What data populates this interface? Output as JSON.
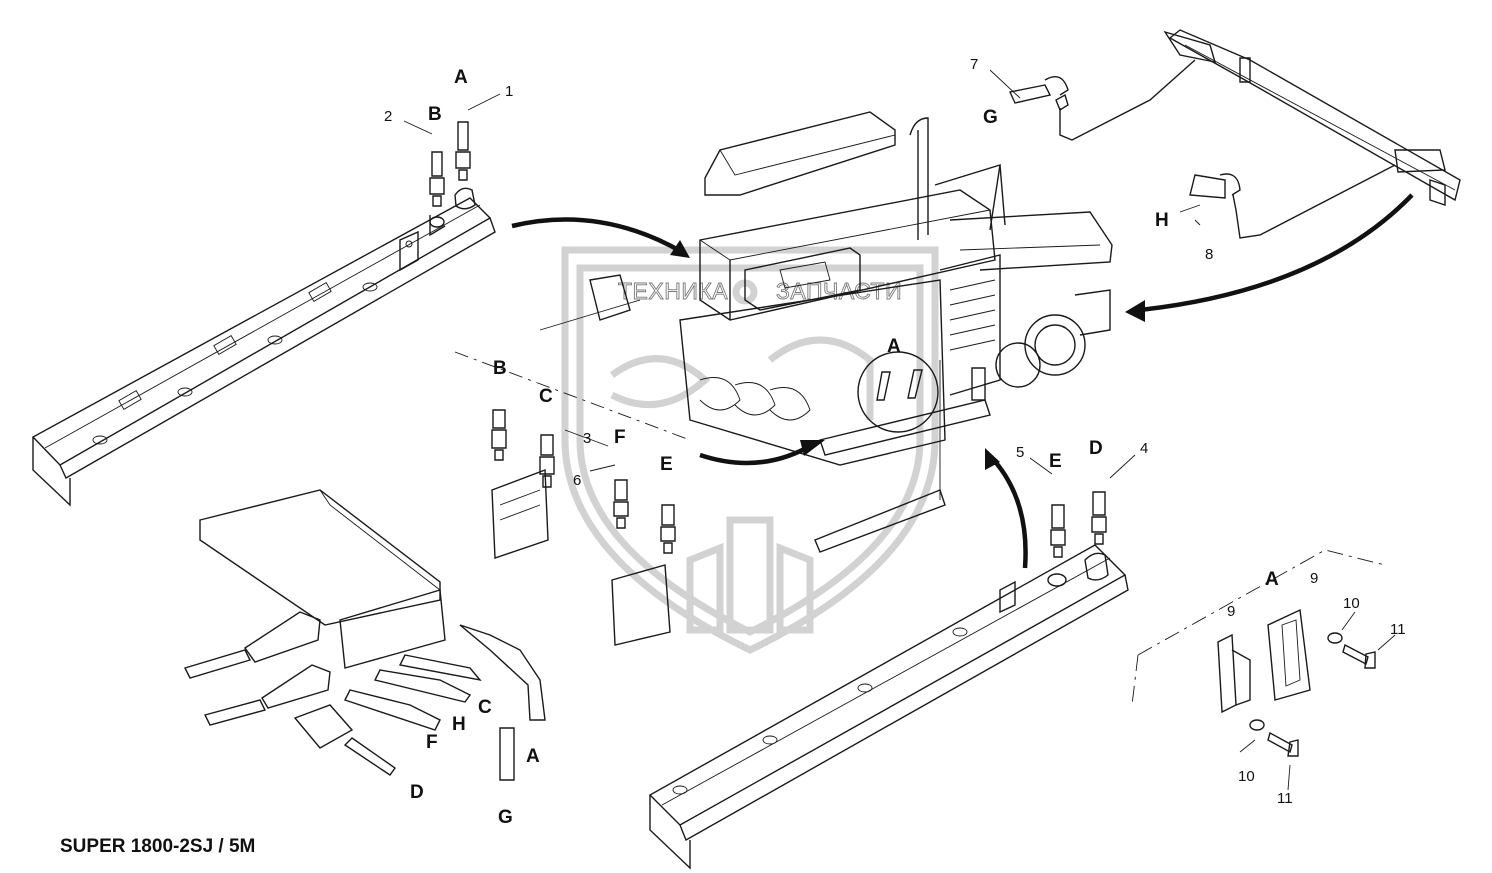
{
  "caption": "SUPER 1800-2SJ / 5M",
  "watermark": {
    "left_word": "ТЕХНИКА",
    "right_word": "ЗАПЧАСТИ"
  },
  "letter_labels": {
    "top_left_A": "A",
    "top_left_B": "B",
    "top_right_G": "G",
    "top_right_H": "H",
    "center_detail_A": "A",
    "mid_B": "B",
    "mid_C": "C",
    "mid_F": "F",
    "mid_E": "E",
    "right_E": "E",
    "right_D": "D",
    "manifold_C": "C",
    "manifold_H": "H",
    "manifold_F": "F",
    "manifold_A": "A",
    "manifold_D": "D",
    "manifold_G": "G",
    "detail_A": "A"
  },
  "part_numbers": {
    "n1": "1",
    "n2": "2",
    "n3": "3",
    "n4": "4",
    "n5": "5",
    "n6": "6",
    "n7": "7",
    "n8": "8",
    "n9a": "9",
    "n9b": "9",
    "n10a": "10",
    "n10b": "10",
    "n11a": "11",
    "n11b": "11"
  }
}
